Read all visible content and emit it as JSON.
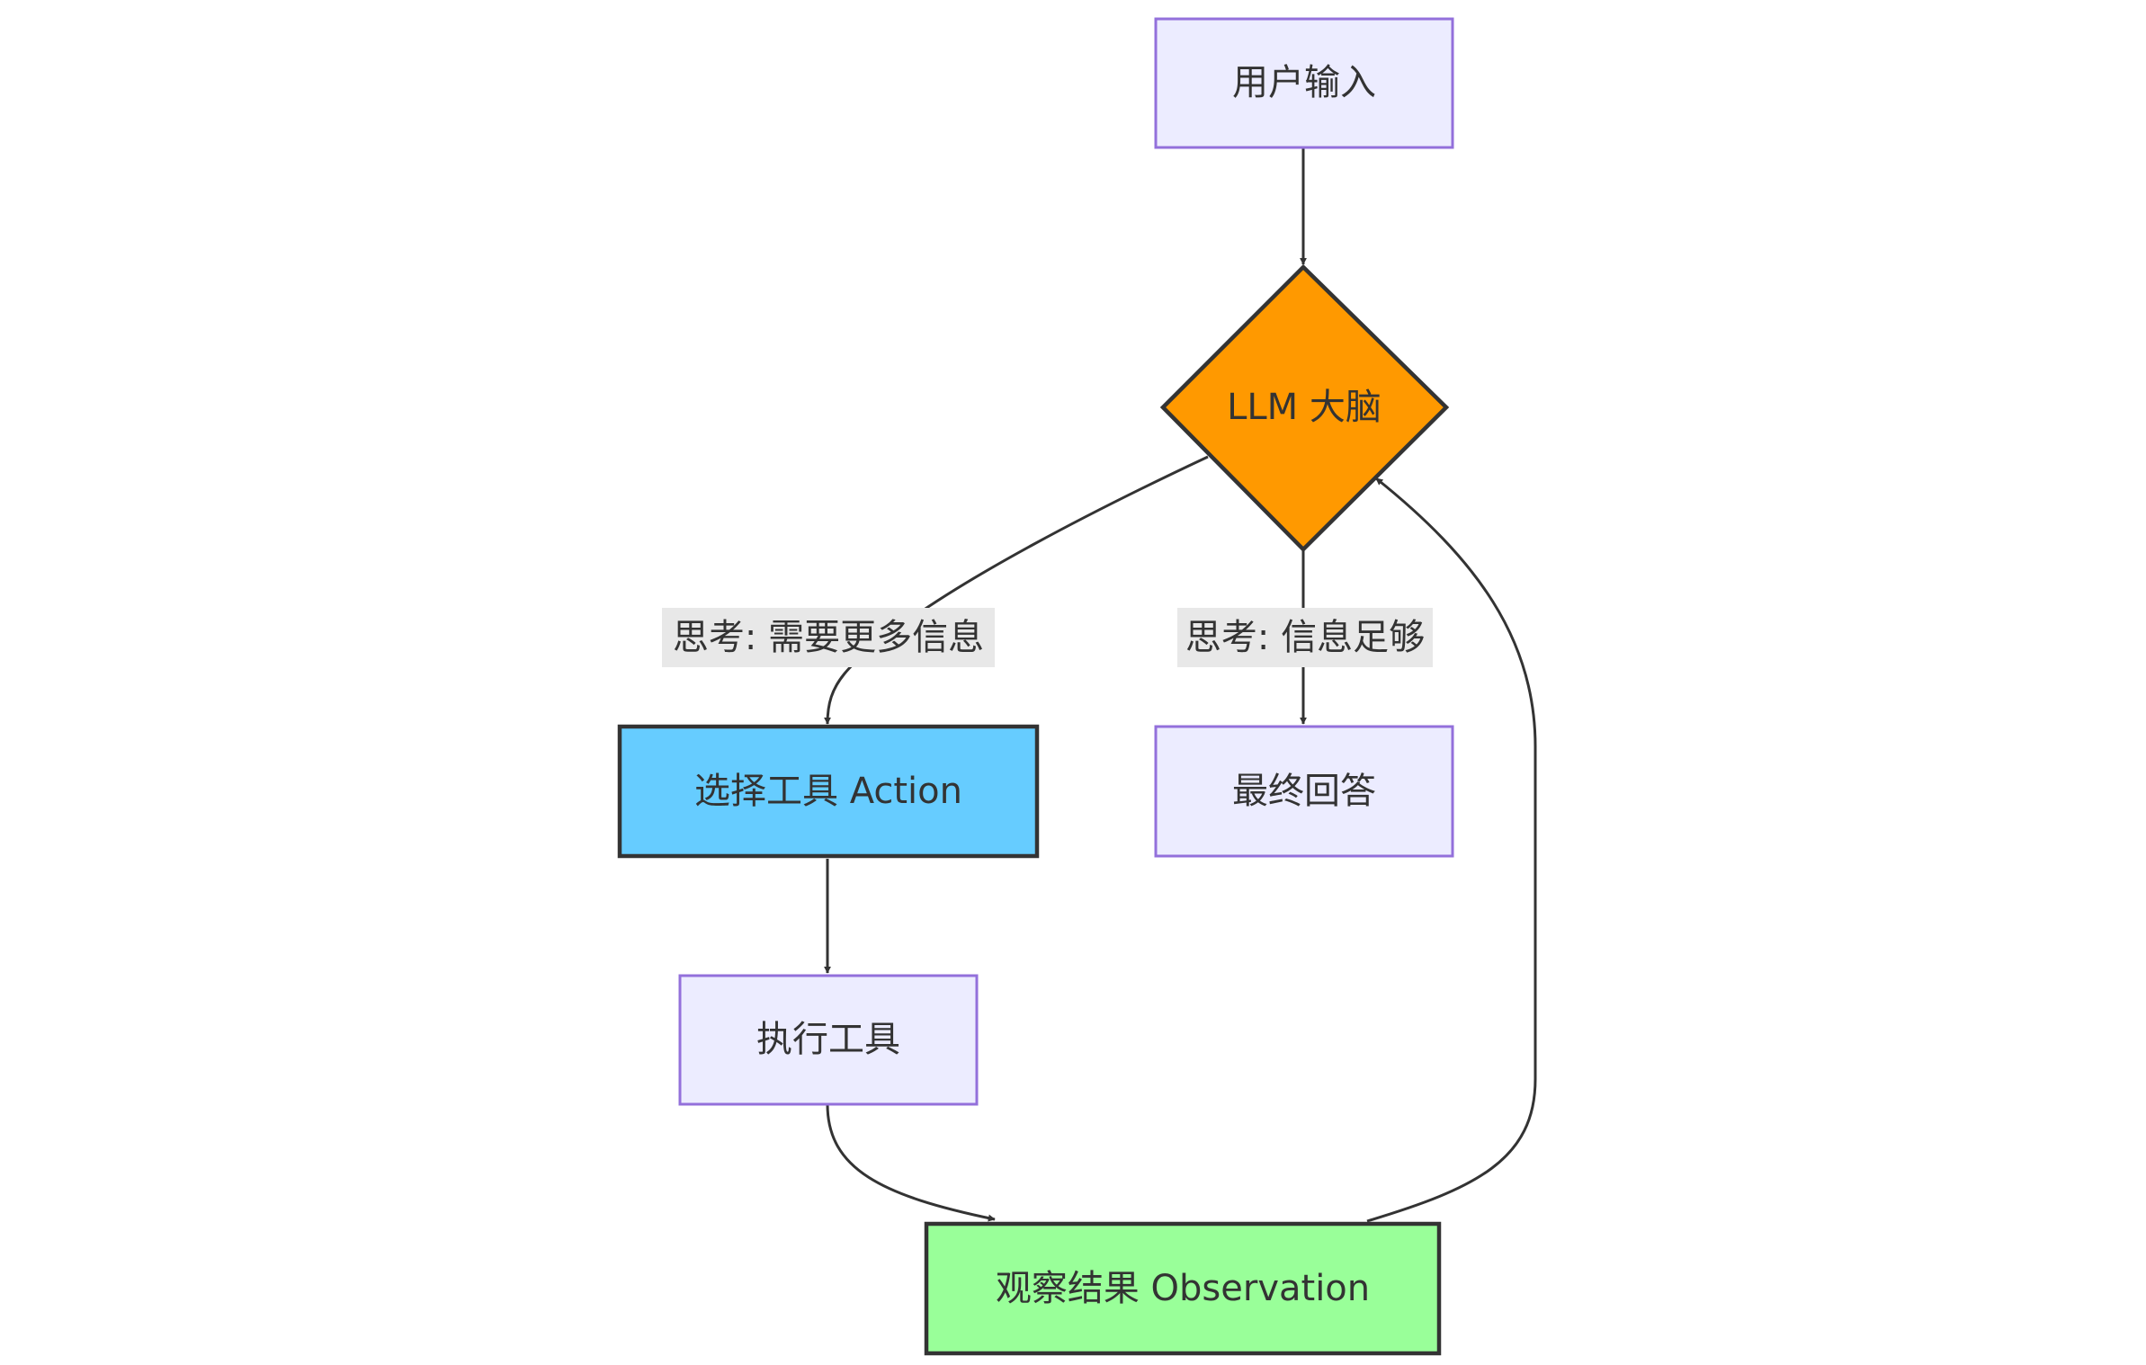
{
  "nodes": {
    "user_input": {
      "label": "用户输入",
      "shape": "rect",
      "fill": "#ECECFF",
      "stroke": "#9370DB"
    },
    "llm_brain": {
      "label": "LLM 大脑",
      "shape": "diamond",
      "fill": "#FF9900",
      "stroke": "#333333"
    },
    "select_tool": {
      "label": "选择工具 Action",
      "shape": "rect",
      "fill": "#66CCFF",
      "stroke": "#333333"
    },
    "final_answer": {
      "label": "最终回答",
      "shape": "rect",
      "fill": "#ECECFF",
      "stroke": "#9370DB"
    },
    "execute_tool": {
      "label": "执行工具",
      "shape": "rect",
      "fill": "#ECECFF",
      "stroke": "#9370DB"
    },
    "observe_result": {
      "label": "观察结果 Observation",
      "shape": "rect",
      "fill": "#99FF99",
      "stroke": "#333333"
    }
  },
  "edges": {
    "need_more_info": {
      "from": "llm_brain",
      "to": "select_tool",
      "label": "思考: 需要更多信息"
    },
    "info_enough": {
      "from": "llm_brain",
      "to": "final_answer",
      "label": "思考: 信息足够"
    },
    "input_to_llm": {
      "from": "user_input",
      "to": "llm_brain",
      "label": ""
    },
    "select_to_execute": {
      "from": "select_tool",
      "to": "execute_tool",
      "label": ""
    },
    "execute_to_observe": {
      "from": "execute_tool",
      "to": "observe_result",
      "label": ""
    },
    "observe_to_llm": {
      "from": "observe_result",
      "to": "llm_brain",
      "label": ""
    }
  },
  "colors": {
    "edge": "#333333",
    "edge_label_bg": "#E8E8E8",
    "default_node_fill": "#ECECFF",
    "default_node_stroke": "#9370DB"
  }
}
